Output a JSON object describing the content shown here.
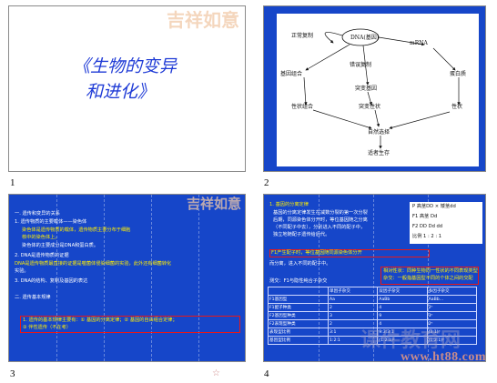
{
  "slides": [
    {
      "number": "1",
      "title_line1": "《生物的变异",
      "title_line2": "和进化》",
      "deco": "吉祥如意"
    },
    {
      "number": "2",
      "diagram": {
        "center": "DNA(基因)",
        "replicate": "正常复制",
        "error": "错误复制",
        "mrna": "mRNA",
        "protein": "蛋白质",
        "recomb": "基因组合",
        "mutation": "突变基因",
        "trait_mut": "突变性状",
        "trait1": "性状组合",
        "trait2": "性状",
        "selection": "自然选择",
        "survive": "适者生存"
      }
    },
    {
      "number": "3",
      "lines": [
        "一. 遗传和变异的关系",
        "1. 遗传物质的主要载体——染色体",
        "染色体是遗传物质的载体，遗传物质主要分布于细胞",
        "核中的染色体上。",
        "染色体的主要成分是DNA和蛋白质。",
        "2. DNA是遗传物质的证据",
        "DNA是遗传物质最直接的证据是噬菌体侵染细菌的实验，此外还有细菌转化",
        "实验。",
        "3. DNA的结构、复制及基因的表达",
        "二. 遗传基本规律",
        "1. 遗传的基本规律主要有：① 基因的分离定律；② 基因的自由组合定律；",
        "   ③ 伴性遗传（不在考）"
      ],
      "deco": "吉祥如意"
    },
    {
      "number": "4",
      "lines": [
        "1. 基因的分离定律",
        "基因的分离定律发生在减数分裂的第一次分裂",
        "后期，同源染色体分开时，等位基因随之分离",
        "（不同配子中去），分别进入不同的配子中，",
        "独立地随配子遗传给后代。",
        "F1产生配子时，等位基因随同源染色体分开",
        "而分离，进入不同的配子中。",
        "相对性状：同种生物同一性状的不同表现类型",
        "杂交：一般指基因型不同的个体之间的交配",
        "测交：F1与隐性纯合子杂交"
      ],
      "cross": [
        "P  高茎DD × 矮茎dd",
        "F1  高茎 Dd",
        "F2  DD  Dd  dd",
        "比例  1 : 2 : 1"
      ],
      "table_rows": [
        [
          "",
          "单因子杂交",
          "双因子杂交",
          "多因子杂交"
        ],
        [
          "F1基因型",
          "Aa",
          "AaBb",
          "AaBb…"
        ],
        [
          "F1配子种类",
          "2",
          "4",
          "2ⁿ"
        ],
        [
          "F2基因型种类",
          "3",
          "9",
          "3ⁿ"
        ],
        [
          "F2表现型种类",
          "2",
          "4",
          "2ⁿ"
        ],
        [
          "表现型比例",
          "3:1",
          "9:3:3:1",
          "(3:1)ⁿ"
        ],
        [
          "基因型比例",
          "1:2:1",
          "(1:2:1)²",
          "(1:2:1)ⁿ"
        ]
      ]
    }
  ],
  "footer": {
    "star": "☆",
    "watermark_cn": "课件教育网",
    "watermark_url": "www.ht88.com"
  }
}
